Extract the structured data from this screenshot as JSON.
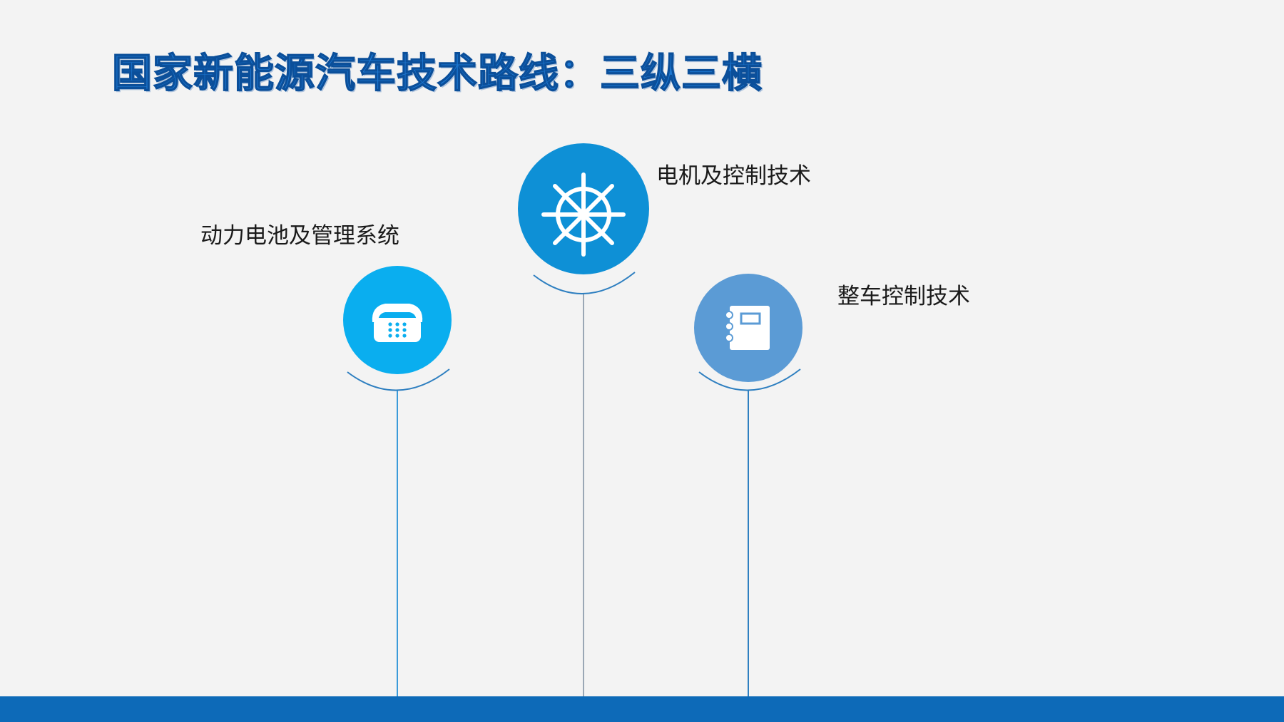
{
  "slide": {
    "title": "国家新能源汽车技术路线：三纵三横"
  },
  "pillars": [
    {
      "label": "动力电池及管理系统",
      "icon": "telephone-icon",
      "color": "#0aaeef"
    },
    {
      "label": "电机及控制技术",
      "icon": "ship-wheel-icon",
      "color": "#0e90d6"
    },
    {
      "label": "整车控制技术",
      "icon": "notebook-icon",
      "color": "#5b9bd5"
    }
  ],
  "colors": {
    "title": "#1d78d2",
    "background": "#f3f3f3",
    "footer_bar": "#0d6ab8",
    "connector_line_left": "#3a9ad9",
    "connector_line_middle": "#9aa7b5",
    "connector_line_right": "#2e7fc0"
  }
}
